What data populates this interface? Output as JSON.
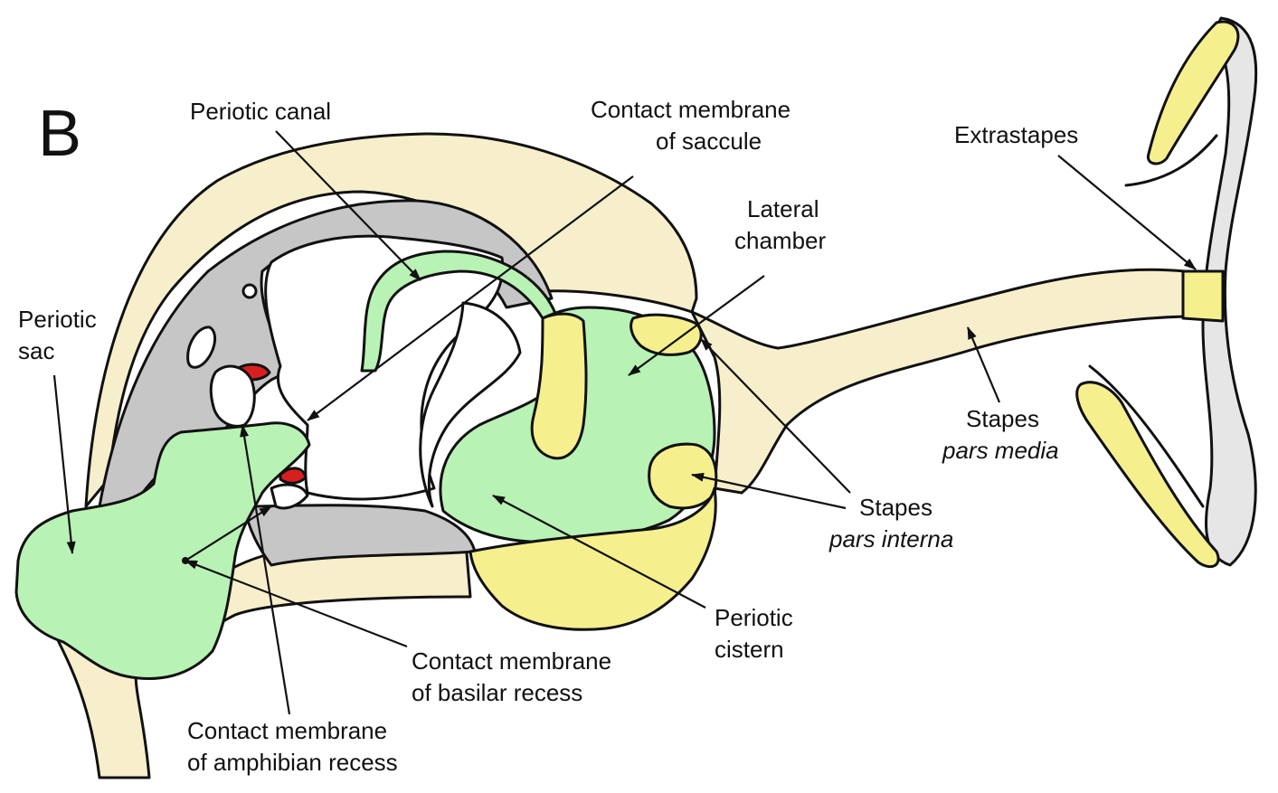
{
  "panel_letter": "B",
  "colors": {
    "bone": "#f7efcc",
    "gray": "#c6c6c6",
    "green": "#b9f2b5",
    "yellow": "#f5ef8e",
    "red": "#d81f1f",
    "outline": "#111111"
  },
  "labels": {
    "periotic_canal": "Periotic canal",
    "contact_saccule_1": "Contact membrane",
    "contact_saccule_2": "of saccule",
    "extrastapes": "Extrastapes",
    "lateral_chamber_1": "Lateral",
    "lateral_chamber_2": "chamber",
    "periotic_sac_1": "Periotic",
    "periotic_sac_2": "sac",
    "stapes_media_1": "Stapes",
    "stapes_media_2": "pars media",
    "stapes_interna_1": "Stapes",
    "stapes_interna_2": "pars interna",
    "periotic_cistern_1": "Periotic",
    "periotic_cistern_2": "cistern",
    "contact_basilar_1": "Contact membrane",
    "contact_basilar_2": "of basilar recess",
    "contact_amphibian_1": "Contact membrane",
    "contact_amphibian_2": "of amphibian recess"
  }
}
